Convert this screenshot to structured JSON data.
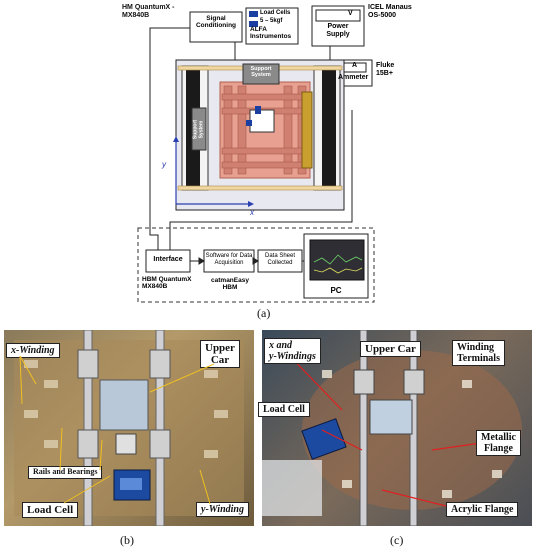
{
  "panel_a": {
    "caption": "(a)",
    "hbm_top": "HM QuantumX -\nMX840B",
    "signal_conditioning": "Signal\nConditioning",
    "load_cells": "Load Cells\n5 – 5kgf",
    "alfa": "ALFA\nInstrumentos",
    "icel": "ICEL Manaus\nOS-5000",
    "meter_v": "V",
    "power_supply": "Power\nSupply",
    "ammeter_a": "A",
    "ammeter": "Ammeter",
    "fluke": "Fluke\n15B+",
    "support_top": "Support\nSystem",
    "support_left": "Support\nSystem",
    "axis_y": "y",
    "axis_x": "x",
    "interface": "Interface",
    "software": "Software for Data\nAcquisition",
    "data_sheet": "Data Sheet\nCollected",
    "pc": "PC",
    "hbm_bottom": "HBM QuantumX\nMX840B",
    "catman": "catmanEasy\nHBM"
  },
  "panel_b": {
    "caption": "(b)",
    "x_winding": "x-Winding",
    "upper_car": "Upper\nCar",
    "rails": "Rails and Bearings",
    "load_cell": "Load Cell",
    "y_winding": "y-Winding"
  },
  "panel_c": {
    "caption": "(c)",
    "xy_windings": "x and\ny-Windings",
    "upper_car": "Upper Car",
    "winding_terminals": "Winding\nTerminals",
    "load_cell": "Load Cell",
    "metallic_flange": "Metallic\nFlange",
    "acrylic_flange": "Acrylic Flange"
  }
}
